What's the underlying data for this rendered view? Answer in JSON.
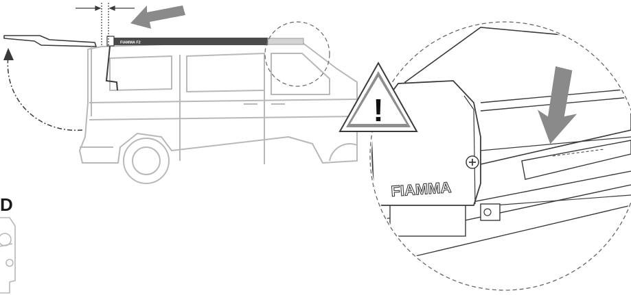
{
  "step_label": "D",
  "brand_badge_small": "FIAMMA F2",
  "brand_badge_large": "FIAMMA",
  "warning_symbol": "!",
  "colors": {
    "line_gray": "#b8b8b8",
    "dark_line": "#3a3a3a",
    "arrow_gray": "#8a8a8a",
    "awning_dark": "#4a4a4a",
    "awning_light": "#d4d4d4",
    "warning_fill": "#8e8e8e"
  },
  "icons": [
    "warning-triangle-icon",
    "push-arrow-icon",
    "rotation-arrow-icon",
    "screw-icon"
  ]
}
